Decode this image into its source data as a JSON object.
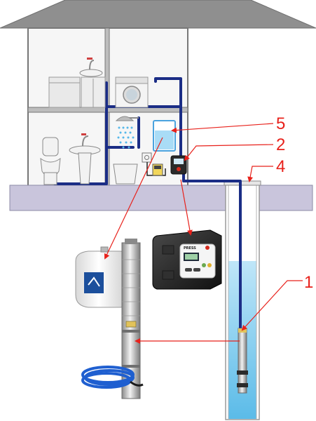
{
  "callouts": [
    {
      "id": "1",
      "label": "1"
    },
    {
      "id": "2",
      "label": "2"
    },
    {
      "id": "4",
      "label": "4"
    },
    {
      "id": "5",
      "label": "5"
    }
  ],
  "brand_text": "PRESS",
  "colors": {
    "roof": "#8f8f8f",
    "wall": "#f6f6f6",
    "wall_outline": "#777777",
    "ground": "#c9c5dc",
    "pipe": "#1b2d86",
    "water": "#8fd2f0",
    "callout": "#e8211b"
  }
}
